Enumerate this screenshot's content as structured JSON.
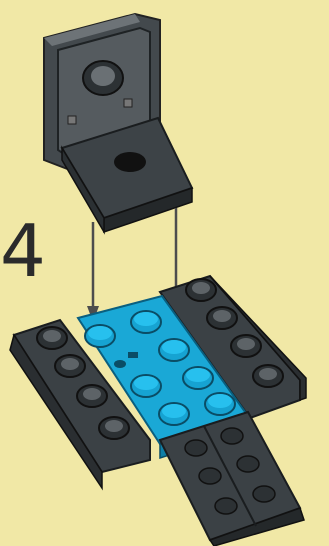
{
  "step": {
    "number": "4"
  },
  "colors": {
    "background": "#f1e8a6",
    "dark_gray": "#4a5054",
    "dark_gray_side": "#2f3437",
    "dark_gray_light": "#7b8185",
    "blue": "#1aa8d6",
    "blue_dark": "#0f7fa6",
    "arrow": "#555555"
  },
  "parts": [
    "angle-bracket-with-stud",
    "blue-2x4-plate",
    "left-slope-brick",
    "right-slope-brick",
    "center-inverted-slope"
  ]
}
